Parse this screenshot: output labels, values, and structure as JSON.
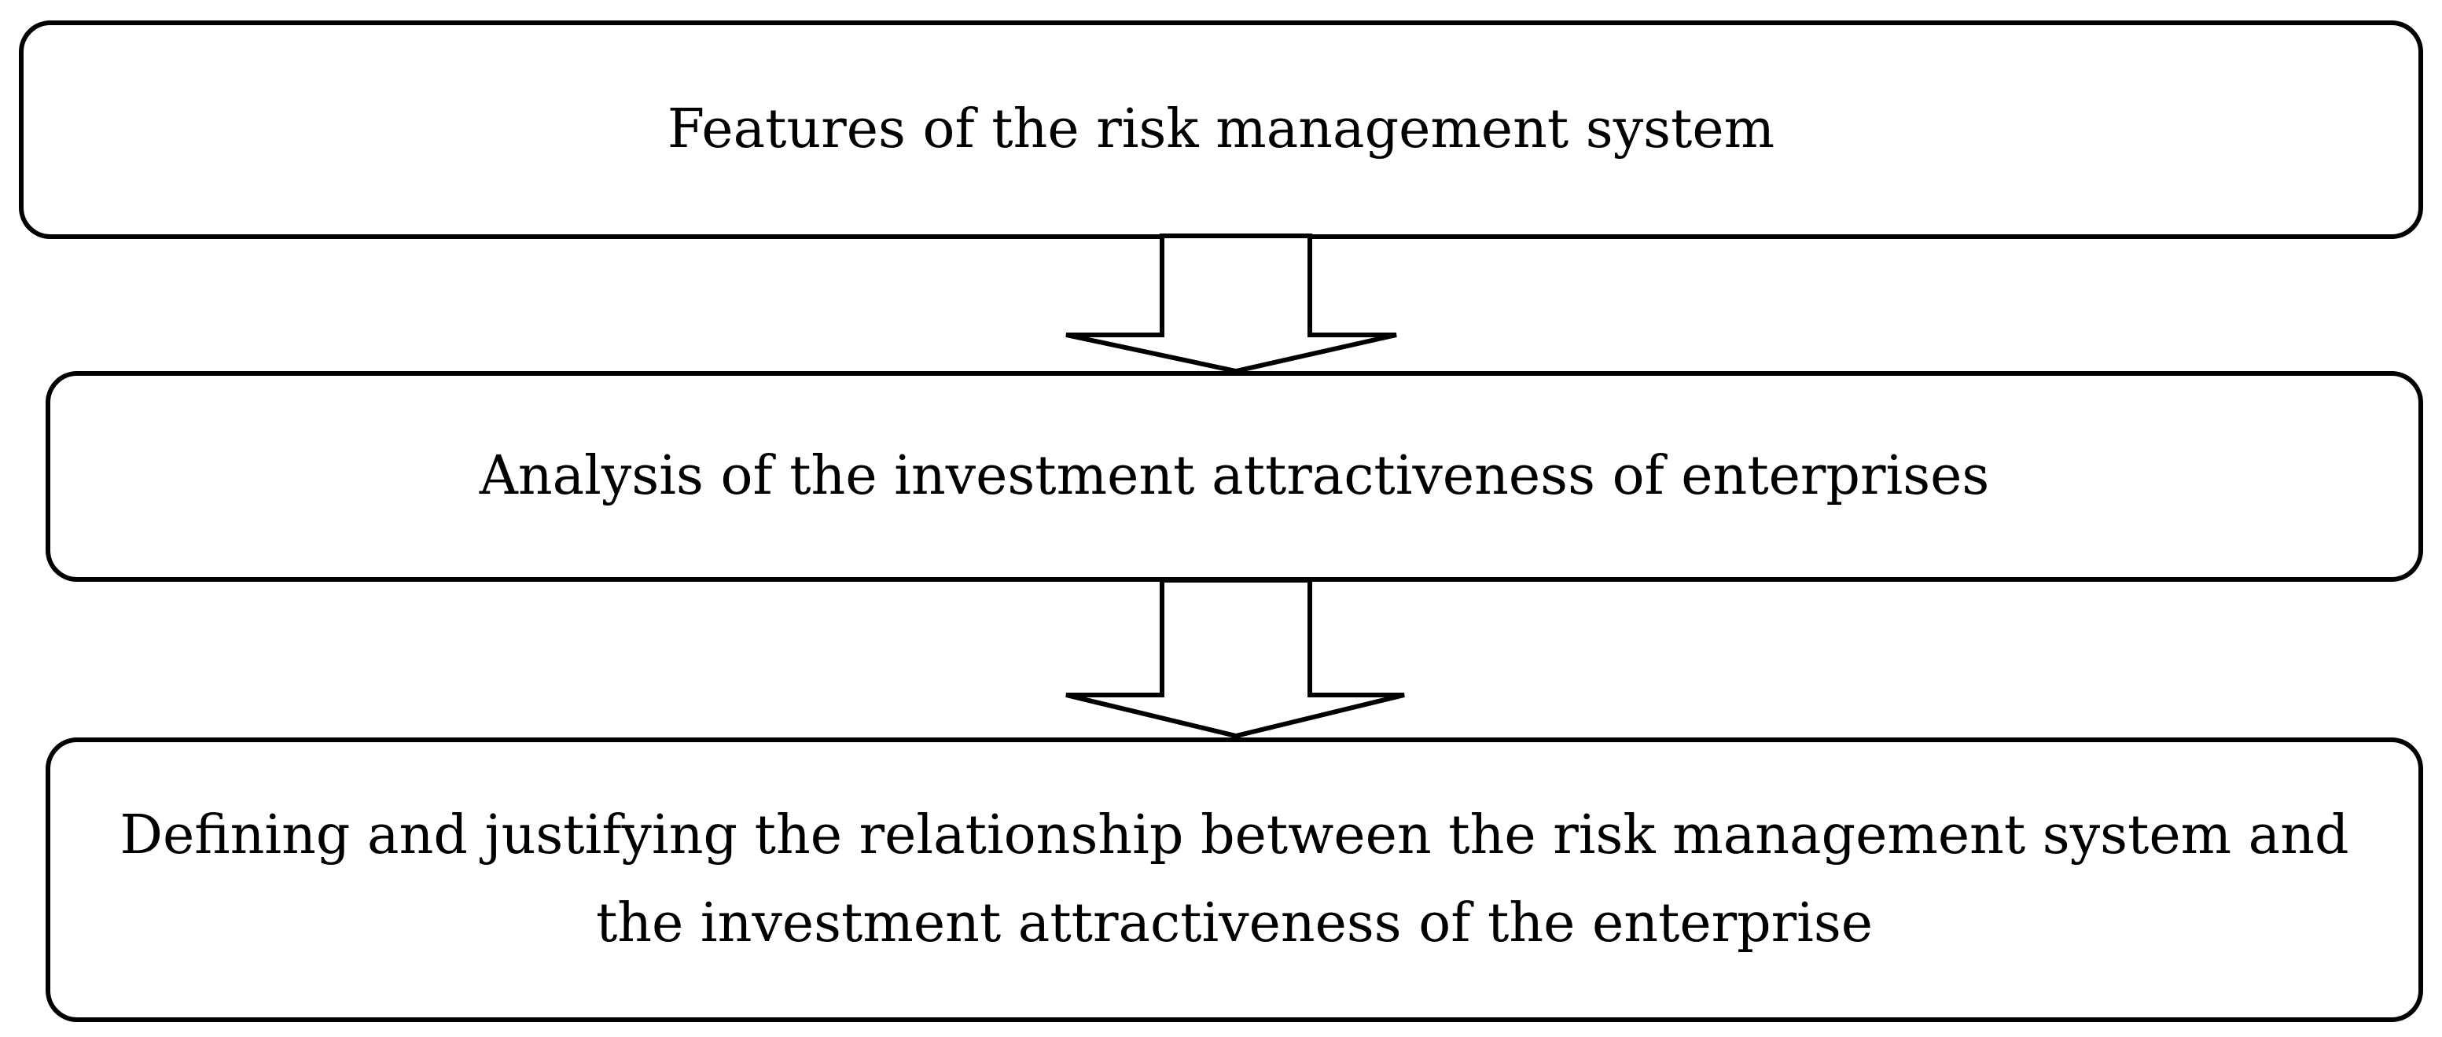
{
  "flowchart": {
    "steps": [
      {
        "label": "Features of the risk management system"
      },
      {
        "label": "Analysis of the investment attractiveness of enterprises"
      },
      {
        "label": "Defining and justifying the relationship between the risk management system and the investment attractiveness of the enterprise"
      }
    ],
    "connectors": [
      {
        "from": 0,
        "to": 1,
        "style": "hollow-down-arrow"
      },
      {
        "from": 1,
        "to": 2,
        "style": "hollow-down-arrow"
      }
    ]
  },
  "colors": {
    "stroke": "#000000",
    "fill": "#ffffff",
    "background": "#ffffff"
  }
}
